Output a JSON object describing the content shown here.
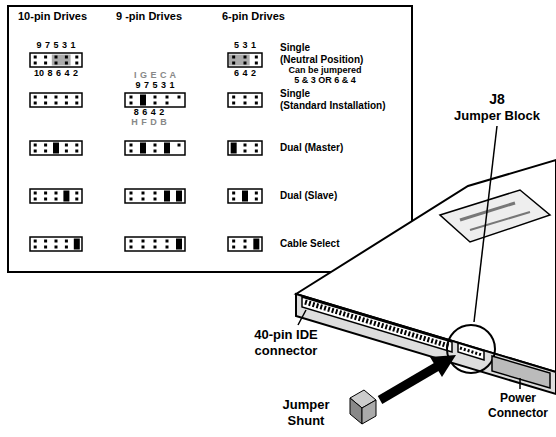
{
  "diagram": {
    "labels": [
      "10-pin Drives",
      "9 -pin Drives",
      "6-pin Drives",
      "9 7 5 3 1",
      "10 8 6 4 2",
      "I G E C A",
      "9 7 5 3 1",
      "8 6 4 2",
      "H F D B",
      "5 3 1",
      "6 4 2",
      "Single",
      "(Neutral Position)",
      "Can be jumpered",
      "5 & 3 OR 6 & 4",
      "Single",
      "(Standard Installation)",
      "Dual (Master)",
      "Dual (Slave)",
      "Cable Select",
      "J8",
      "Jumper Block",
      "40-pin IDE",
      "connector",
      "Power",
      "Connector",
      "Jumper",
      "Shunt"
    ]
  }
}
